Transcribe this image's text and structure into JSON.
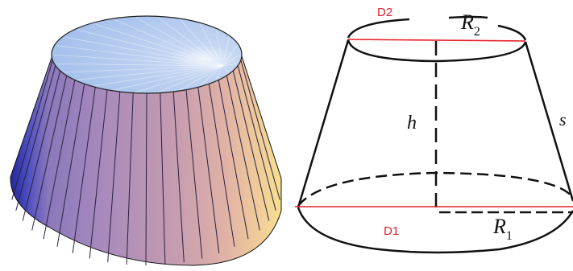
{
  "labels": {
    "d2": "D2",
    "d1": "D1",
    "r2_main": "R",
    "r2_sub": "2",
    "r1_main": "R",
    "r1_sub": "1",
    "h": "h",
    "s": "s"
  },
  "colors": {
    "diameter_line": "#e8202a",
    "outline": "#111111",
    "top_face": "#a9c4ee",
    "side_dark": "#2c2f9a",
    "side_mid": "#a57fb8",
    "side_light": "#f3cf92"
  },
  "solid": {
    "facet_count": 22
  }
}
